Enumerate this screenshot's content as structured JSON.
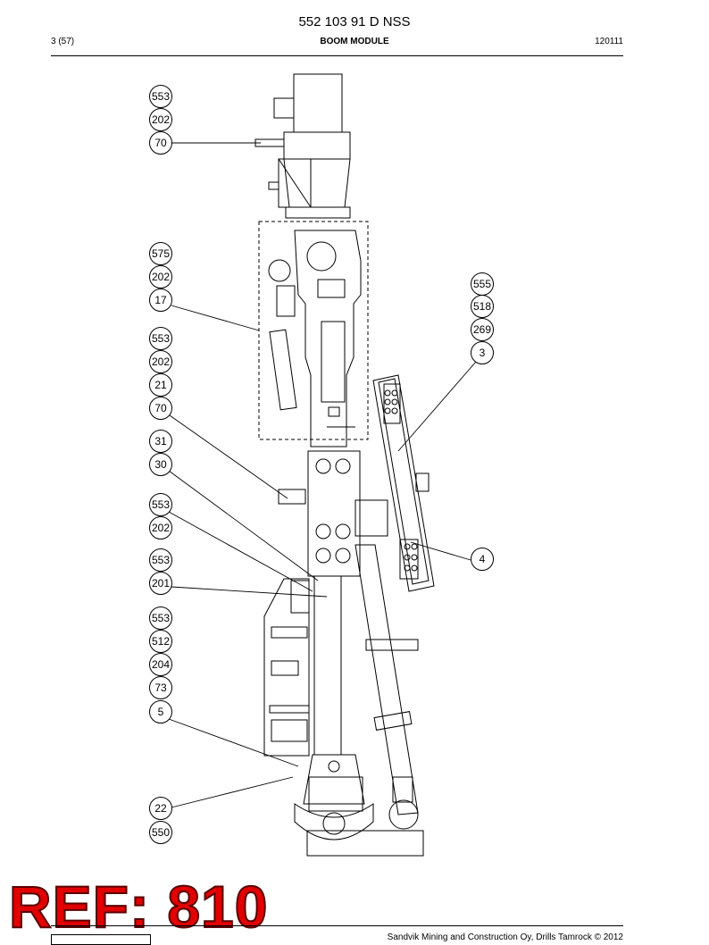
{
  "header": {
    "doc_number": "552 103 91 D NSS",
    "page": "3 (57)",
    "section": "BOOM MODULE",
    "date": "120111"
  },
  "callouts": [
    {
      "id": "c553a",
      "label": "553"
    },
    {
      "id": "c202a",
      "label": "202"
    },
    {
      "id": "c70a",
      "label": "70"
    },
    {
      "id": "c575",
      "label": "575"
    },
    {
      "id": "c202b",
      "label": "202"
    },
    {
      "id": "c17",
      "label": "17"
    },
    {
      "id": "c553b",
      "label": "553"
    },
    {
      "id": "c202c",
      "label": "202"
    },
    {
      "id": "c21",
      "label": "21"
    },
    {
      "id": "c70b",
      "label": "70"
    },
    {
      "id": "c31",
      "label": "31"
    },
    {
      "id": "c30",
      "label": "30"
    },
    {
      "id": "c553c",
      "label": "553"
    },
    {
      "id": "c202d",
      "label": "202"
    },
    {
      "id": "c553d",
      "label": "553"
    },
    {
      "id": "c201",
      "label": "201"
    },
    {
      "id": "c553e",
      "label": "553"
    },
    {
      "id": "c512",
      "label": "512"
    },
    {
      "id": "c204",
      "label": "204"
    },
    {
      "id": "c73",
      "label": "73"
    },
    {
      "id": "c5",
      "label": "5"
    },
    {
      "id": "c22",
      "label": "22"
    },
    {
      "id": "c550",
      "label": "550"
    },
    {
      "id": "c555",
      "label": "555"
    },
    {
      "id": "c518",
      "label": "518"
    },
    {
      "id": "c269",
      "label": "269"
    },
    {
      "id": "c3",
      "label": "3"
    },
    {
      "id": "c4",
      "label": "4"
    }
  ],
  "ref_mark": "REF: 810",
  "footer": {
    "copyright": "Sandvik Mining and Construction Oy, Drills Tamrock © 2012"
  }
}
